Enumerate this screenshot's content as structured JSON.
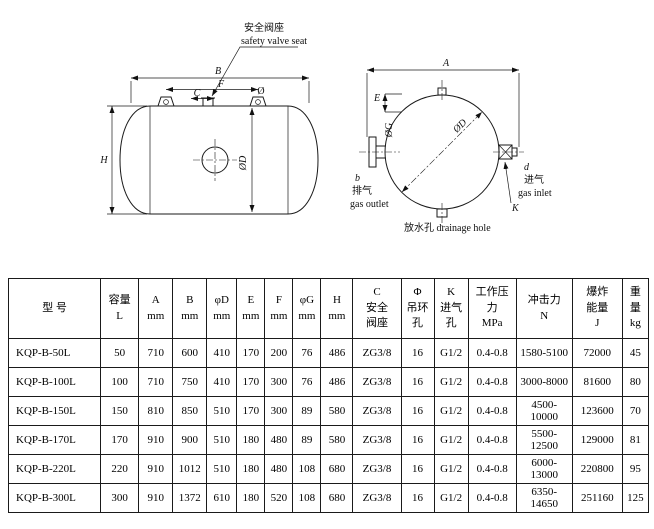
{
  "drawings": {
    "side": {
      "callout_cn": "安全阀座",
      "callout_en": "safety valve seat",
      "dim_b": "B",
      "dim_f": "F",
      "dim_c": "C",
      "dim_phi": "Ø",
      "dim_h": "H",
      "dim_d": "ØD"
    },
    "end": {
      "dim_a": "A",
      "dim_e": "E",
      "dim_g": "ØG",
      "dim_d": "ØD",
      "outlet_letter": "b",
      "outlet_cn": "排气",
      "outlet_en": "gas outlet",
      "inlet_letter": "d",
      "inlet_cn": "进气",
      "inlet_en": "gas inlet",
      "dim_k": "K",
      "drain_label": "放水孔  drainage hole"
    }
  },
  "table": {
    "headers": [
      "型  号",
      "容量\nL",
      "A\nmm",
      "B\nmm",
      "φD\nmm",
      "E\nmm",
      "F\nmm",
      "φG\nmm",
      "H\nmm",
      "C\n安全\n阀座",
      "Φ\n吊环\n孔",
      "K\n进气\n孔",
      "工作压\n力\nMPa",
      "冲击力\nN",
      "爆炸\n能量\nJ",
      "重\n量\nkg"
    ],
    "rows": [
      [
        "KQP-B-50L",
        "50",
        "710",
        "600",
        "410",
        "170",
        "200",
        "76",
        "486",
        "ZG3/8",
        "16",
        "G1/2",
        "0.4-0.8",
        "1580-5100",
        "72000",
        "45"
      ],
      [
        "KQP-B-100L",
        "100",
        "710",
        "750",
        "410",
        "170",
        "300",
        "76",
        "486",
        "ZG3/8",
        "16",
        "G1/2",
        "0.4-0.8",
        "3000-8000",
        "81600",
        "80"
      ],
      [
        "KQP-B-150L",
        "150",
        "810",
        "850",
        "510",
        "170",
        "300",
        "89",
        "580",
        "ZG3/8",
        "16",
        "G1/2",
        "0.4-0.8",
        "4500-10000",
        "123600",
        "70"
      ],
      [
        "KQP-B-170L",
        "170",
        "910",
        "900",
        "510",
        "180",
        "480",
        "89",
        "580",
        "ZG3/8",
        "16",
        "G1/2",
        "0.4-0.8",
        "5500-12500",
        "129000",
        "81"
      ],
      [
        "KQP-B-220L",
        "220",
        "910",
        "1012",
        "510",
        "180",
        "480",
        "108",
        "680",
        "ZG3/8",
        "16",
        "G1/2",
        "0.4-0.8",
        "6000-13000",
        "220800",
        "95"
      ],
      [
        "KQP-B-300L",
        "300",
        "910",
        "1372",
        "610",
        "180",
        "520",
        "108",
        "680",
        "ZG3/8",
        "16",
        "G1/2",
        "0.4-0.8",
        "6350-14650",
        "251160",
        "125"
      ]
    ]
  }
}
